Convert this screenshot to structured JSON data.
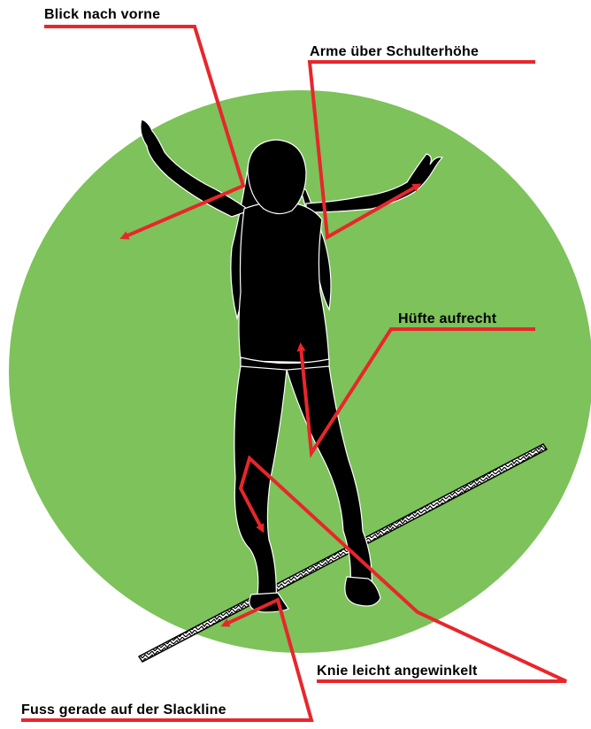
{
  "annotations": {
    "gaze": "Blick nach vorne",
    "arms": "Arme über Schulterhöhe",
    "hips": "Hüfte aufrecht",
    "knees": "Knie leicht angewinkelt",
    "feet": "Fuss gerade auf der Slackline"
  },
  "colors": {
    "circle": "#7dc25a",
    "figure": "#000000",
    "arrows": "#e8262b",
    "figure_outline": "#ffffff"
  }
}
